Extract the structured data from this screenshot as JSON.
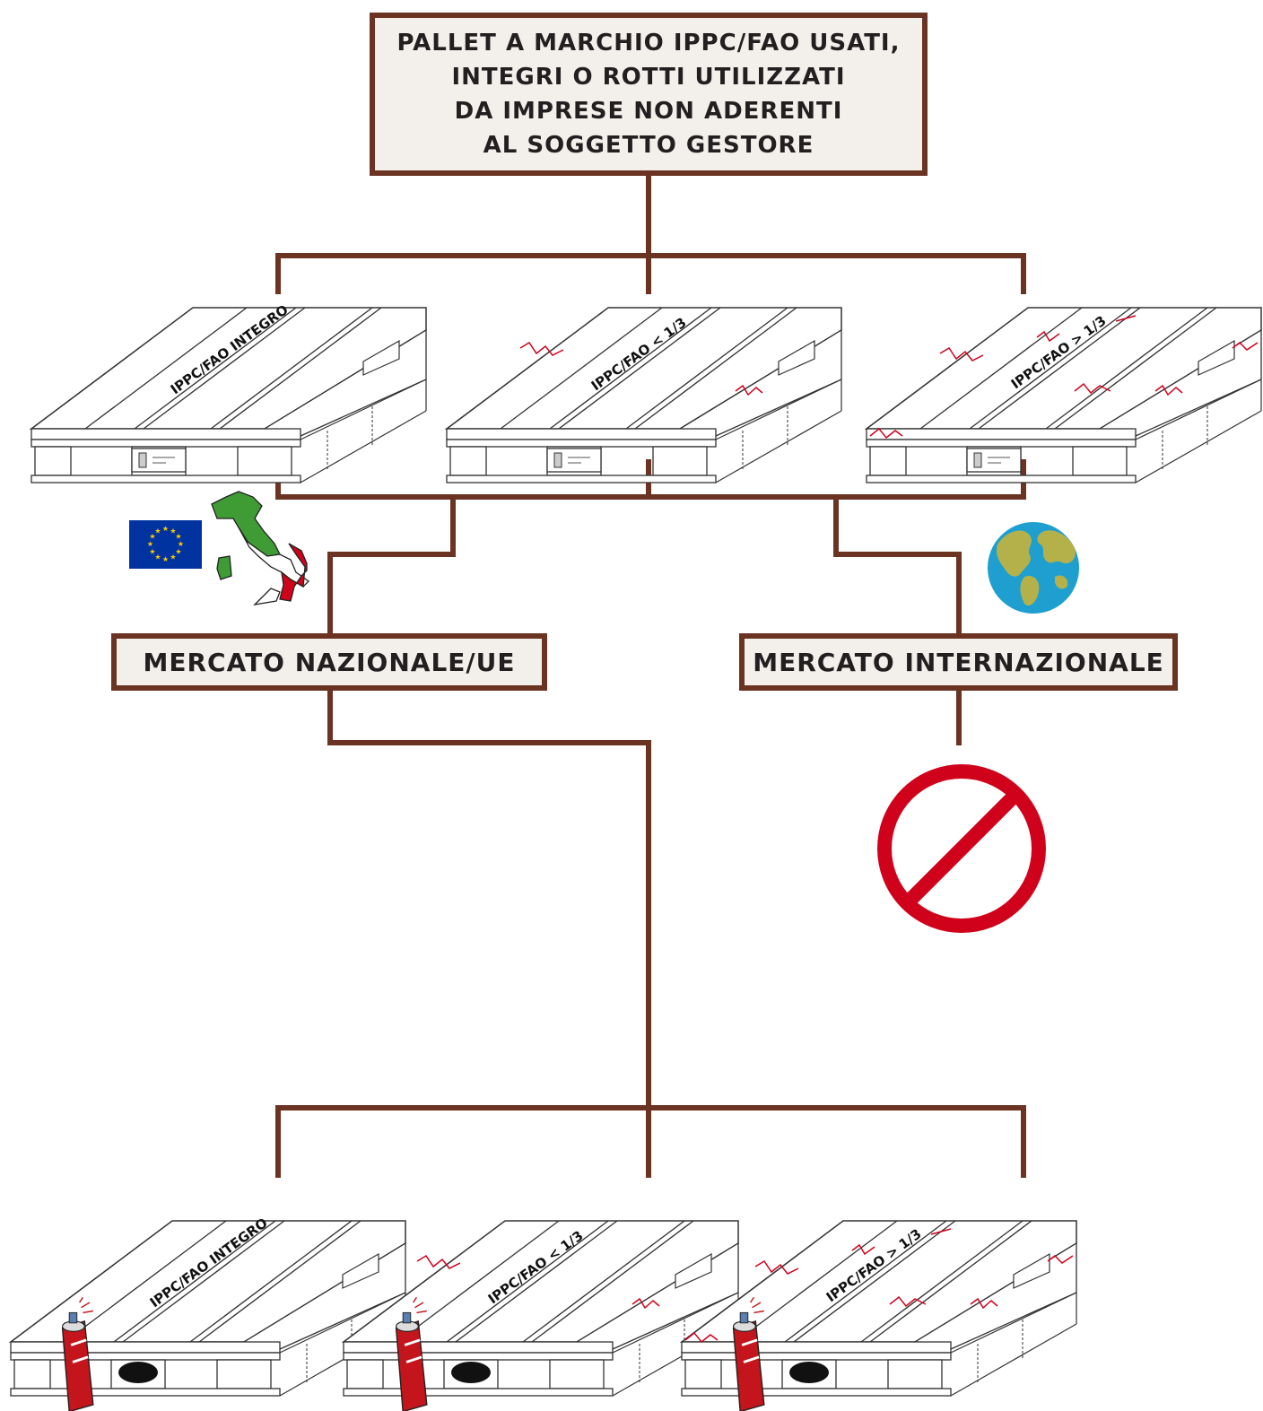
{
  "title_box": {
    "lines": [
      "PALLET A MARCHIO IPPC/FAO USATI,",
      "INTEGRI O ROTTI UTILIZZATI",
      "DA IMPRESE NON ADERENTI",
      "AL SOGGETTO GESTORE"
    ]
  },
  "pallets_top": [
    {
      "label": "IPPC/FAO INTEGRO"
    },
    {
      "label": "IPPC/FAO < 1/3"
    },
    {
      "label": "IPPC/FAO > 1/3"
    }
  ],
  "markets": {
    "national": "MERCATO NAZIONALE/UE",
    "international": "MERCATO INTERNAZIONALE"
  },
  "pallets_bottom": [
    {
      "label": "IPPC/FAO INTEGRO"
    },
    {
      "label": "IPPC/FAO < 1/3"
    },
    {
      "label": "IPPC/FAO > 1/3"
    }
  ],
  "icons": {
    "eu_flag": "eu-flag-icon",
    "italy_map": "italy-map-icon",
    "globe": "globe-icon",
    "prohibited": "no-entry-icon",
    "spray_can": "spray-can-icon"
  },
  "colors": {
    "connector": "#6b3322",
    "box_fill": "#f3f0ec",
    "prohibited": "#d0021b",
    "crack": "#d0021b",
    "eu_blue": "#0033a0",
    "eu_star": "#ffcc00",
    "globe_sea": "#1e9fd0",
    "globe_land": "#b5b14a"
  }
}
